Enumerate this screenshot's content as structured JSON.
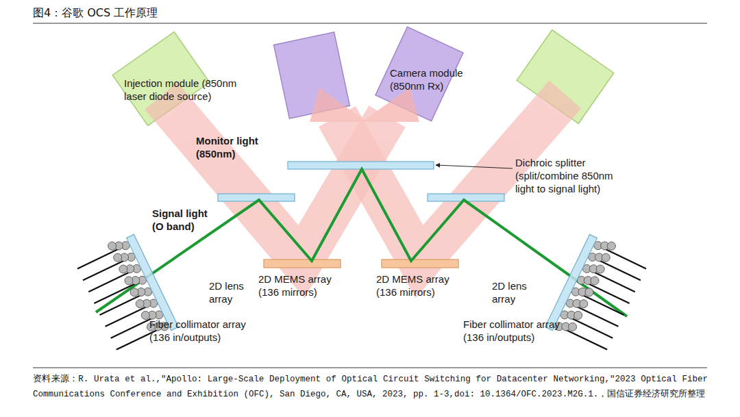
{
  "diagram": {
    "title": "图4：谷歌 OCS 工作原理",
    "caption": "资料来源：R. Urata et al.,\"Apollo: Large-Scale Deployment of Optical Circuit Switching for Datacenter Networking,\"2023 Optical Fiber Communications Conference and Exhibition (OFC), San Diego, CA, USA, 2023, pp. 1-3,doi: 10.1364/OFC.2023.M2G.1.，国信证券经济研究所整理",
    "labels": [
      "Injection module (850nm laser diode source)",
      "Camera module (850nm Rx)",
      "Monitor light (850nm)",
      "Signal light (O band)",
      "Dichroic splitter (split/combine 850nm light to signal light)",
      "2D lens array",
      "2D MEMS array (136 mirrors)",
      "2D MEMS array (136 mirrors)",
      "2D lens array",
      "Fiber collimator array (136 in/outputs)",
      "Fiber collimator array (136 in/outputs)"
    ]
  }
}
